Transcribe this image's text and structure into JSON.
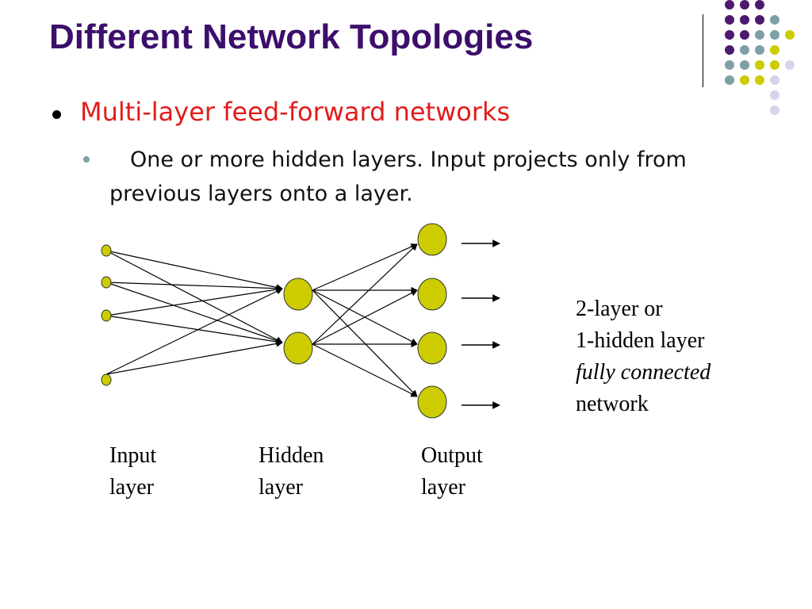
{
  "slide": {
    "title": "Different Network Topologies",
    "bullet_main": "Multi-layer feed-forward networks",
    "bullet_sub": "One or more hidden layers. Input projects only from previous layers onto a layer."
  },
  "diagram": {
    "layers": {
      "input_label_1": "Input",
      "input_label_2": "layer",
      "hidden_label_1": "Hidden",
      "hidden_label_2": "layer",
      "output_label_1": "Output",
      "output_label_2": "layer"
    },
    "node_counts": {
      "input": 4,
      "hidden": 2,
      "output": 4
    },
    "connectivity": "fully connected",
    "note": {
      "line1": "2-layer or",
      "line2": "1-hidden layer",
      "line3": "fully connected",
      "line4": "network"
    }
  },
  "colors": {
    "title": "#3b0f6b",
    "main_bullet_text": "#e31b1b",
    "node_fill": "#cccc00",
    "accent_purple": "#4b1a6e",
    "accent_teal": "#7f9fa6",
    "accent_lavender": "#d4d4ea"
  }
}
